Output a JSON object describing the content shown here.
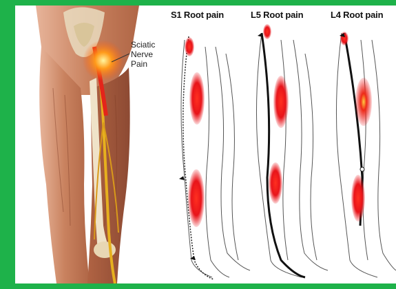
{
  "callout": {
    "text": "Sciatic\nNerve\nPain"
  },
  "panels": [
    {
      "label": "S1 Root pain"
    },
    {
      "label": "L5 Root pain"
    },
    {
      "label": "L4 Root pain"
    }
  ],
  "colors": {
    "border": "#1eb24a",
    "pain": "#e8141a",
    "skin": "#c97d5c",
    "nerve": "#e0a020"
  }
}
